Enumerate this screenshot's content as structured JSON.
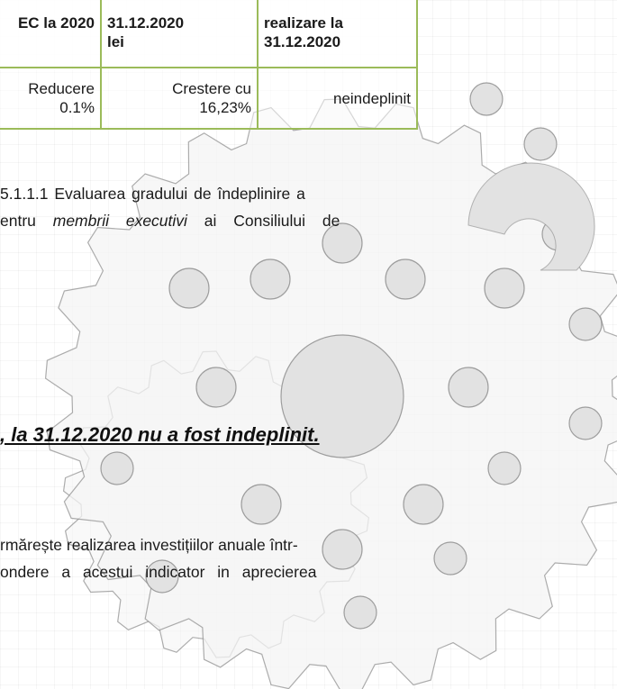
{
  "table": {
    "header": {
      "col1": [
        "EC la 2020"
      ],
      "col2": [
        "31.12.2020",
        "lei"
      ],
      "col3": [
        "realizare la",
        "31.12.2020"
      ]
    },
    "row": {
      "col1": "Reducere",
      "col1b": "0.1%",
      "col2": "Crestere cu",
      "col2b": "16,23%",
      "col3": "neindeplinit"
    }
  },
  "paragraph1": {
    "line1": "5.1.1.1 Evaluarea gradului de îndeplinire a",
    "line2_pre": "entru ",
    "line2_it": "membrii executivi",
    "line2_post": " ai Consiliului de"
  },
  "conclusion": ", la 31.12.2020 nu a fost indeplinit.",
  "paragraph2": {
    "line1": "rmărește realizarea investițiilor anuale într-",
    "line2": "ondere a acestui indicator in aprecierea"
  },
  "colors": {
    "table_border": "#9bbb59",
    "gear_fill": "#e2e2e2",
    "gear_stroke": "#8a8a8a"
  }
}
